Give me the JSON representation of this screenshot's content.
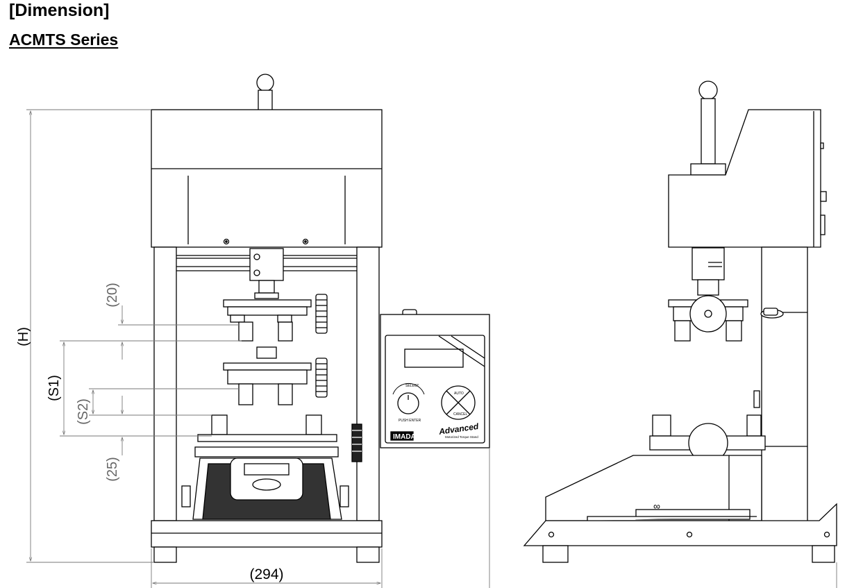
{
  "header": {
    "title": "[Dimension]",
    "subtitle": "ACMTS Series"
  },
  "dimensions": {
    "height": "(H)",
    "stroke1": "(S1)",
    "stroke2": "(S2)",
    "dim20": "(20)",
    "dim25": "(25)",
    "width": "(294)"
  },
  "controller": {
    "select_label": "SELECT",
    "push_enter_label": "PUSH ENTER",
    "brand": "IMADA",
    "model_text": "Advanced",
    "model_subtext": "Motorized Torque Stand",
    "btn_auto": "AUTO",
    "btn_cancel": "CANCEL"
  },
  "side_view": {
    "marking": "∞"
  }
}
